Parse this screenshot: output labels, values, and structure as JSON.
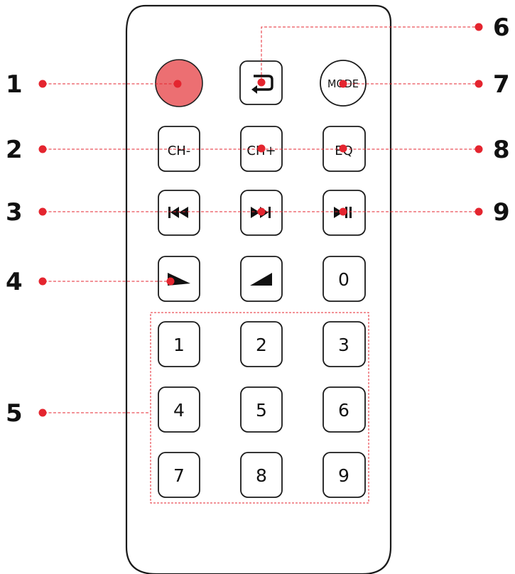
{
  "callouts": {
    "left": [
      "1",
      "2",
      "3",
      "4",
      "5"
    ],
    "right": [
      "6",
      "7",
      "8",
      "9"
    ]
  },
  "buttons": {
    "ch_minus": "CH-",
    "ch_plus": "CH+",
    "mode": "MODE",
    "eq": "EQ",
    "zero": "0",
    "digits": [
      "1",
      "2",
      "3",
      "4",
      "5",
      "6",
      "7",
      "8",
      "9"
    ]
  },
  "colors": {
    "power_fill": "#ec6f72",
    "power_stroke": "#222222",
    "callout_red": "#e4252f",
    "outline": "#1a1a1a"
  },
  "icons": {
    "power": "power-button",
    "back": "return-arrow-icon",
    "prev": "previous-track-icon",
    "next": "next-track-icon",
    "play_pause": "play-pause-icon",
    "vol_down": "volume-down-icon",
    "vol_up": "volume-up-icon"
  }
}
